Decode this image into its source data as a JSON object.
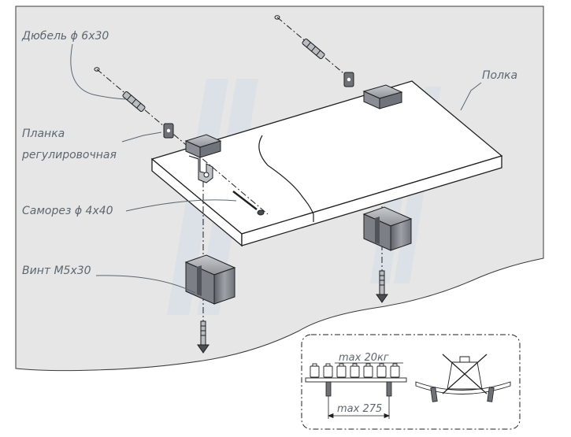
{
  "labels": {
    "dowel": "Дюбель ϕ 6х30",
    "bar_line1": "Планка",
    "bar_line2": "регулировочная",
    "screw": "Саморез ϕ 4х40",
    "bolt": "Винт М5х30",
    "shelf": "Полка"
  },
  "inset": {
    "max_load": "max 20кг",
    "max_span": "max 275"
  },
  "icons": [
    "cross-icon"
  ],
  "colors": {
    "wall": "#e6e6e6",
    "line": "#1f1f1f",
    "label": "#5d6670",
    "block": "#8c9096",
    "watermark": "#c9d6e6"
  }
}
